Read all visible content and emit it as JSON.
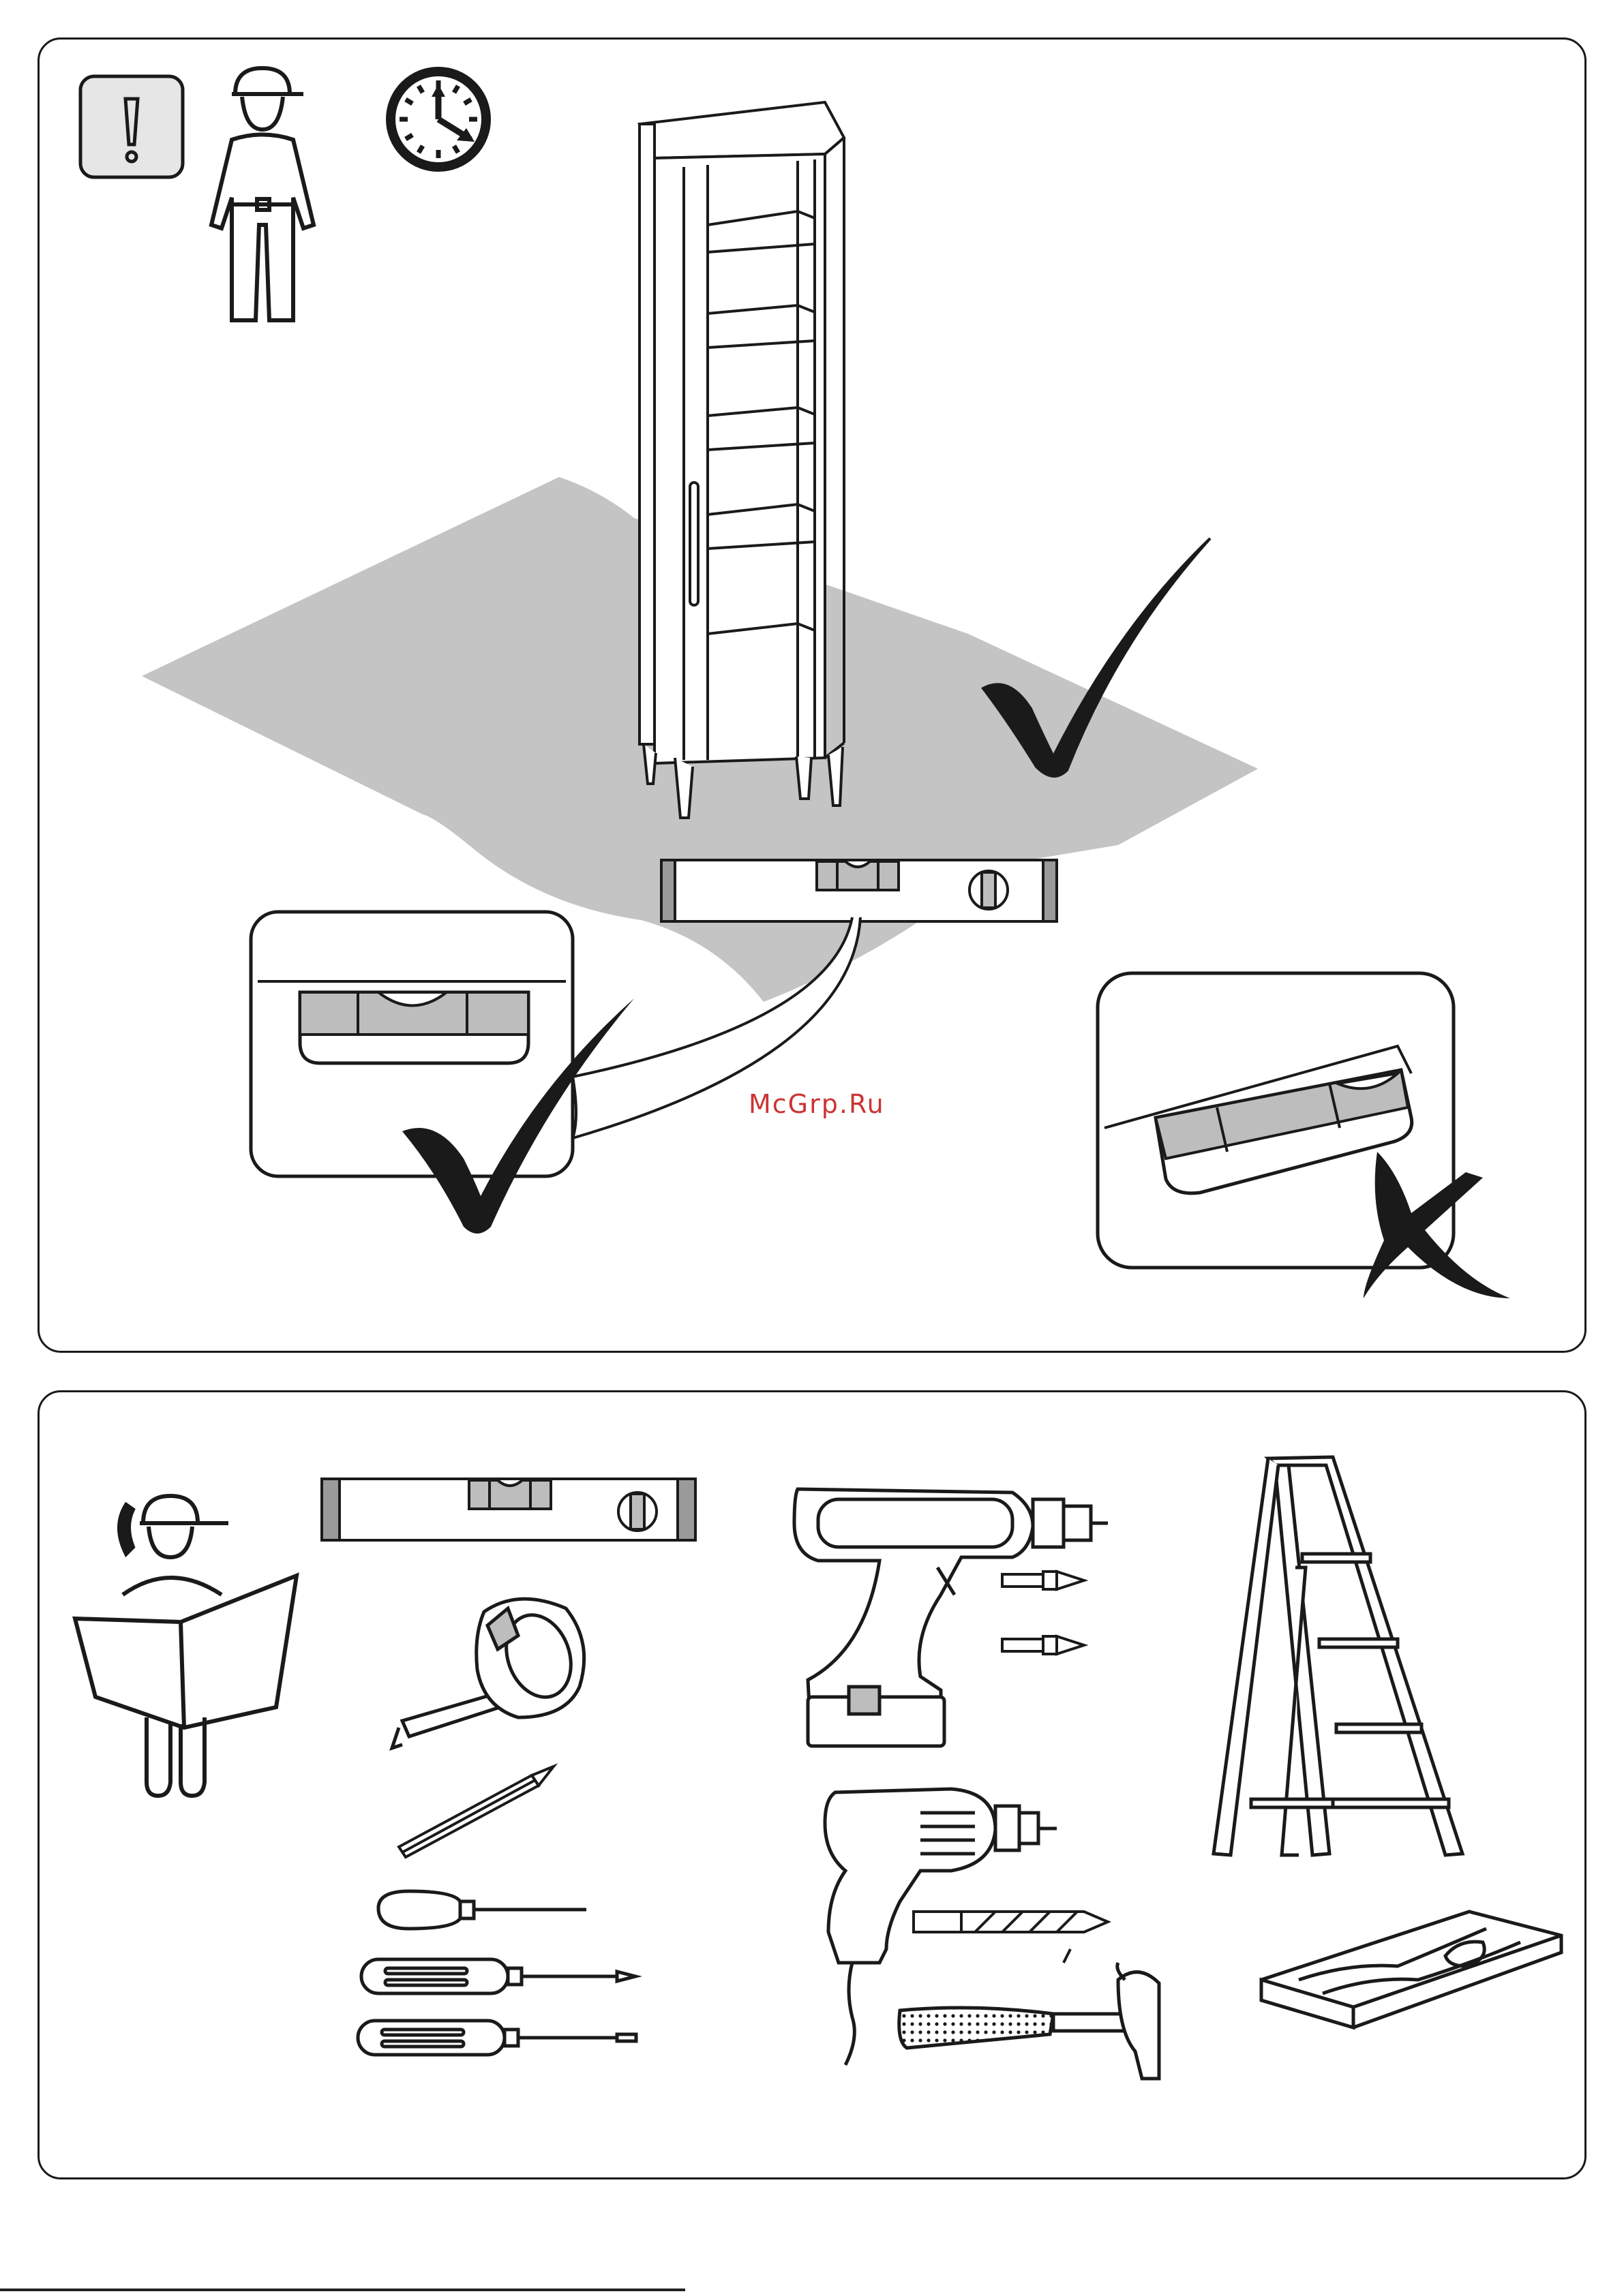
{
  "watermark": {
    "text": "McGrp.Ru"
  },
  "colors": {
    "line": "#1a1a1a",
    "floor": "#c4c4c4",
    "level_fill": "#bdbdbd",
    "watermark": "#cc3333",
    "icon_bg": "#e6e6e6"
  },
  "icons": {
    "warning": "exclamation-icon",
    "worker": "two-person-icon",
    "time": "clock-icon",
    "correct": "check-mark-icon",
    "wrong": "cross-mark-icon",
    "phone": "phone-icon"
  },
  "tools": [
    "spirit-level",
    "tape-measure",
    "pencil",
    "awl",
    "phillips-screwdriver",
    "flat-screwdriver",
    "cordless-drill",
    "screwdriver-bits",
    "electric-drill",
    "drill-bit",
    "hammer",
    "step-ladder",
    "wood-board"
  ]
}
